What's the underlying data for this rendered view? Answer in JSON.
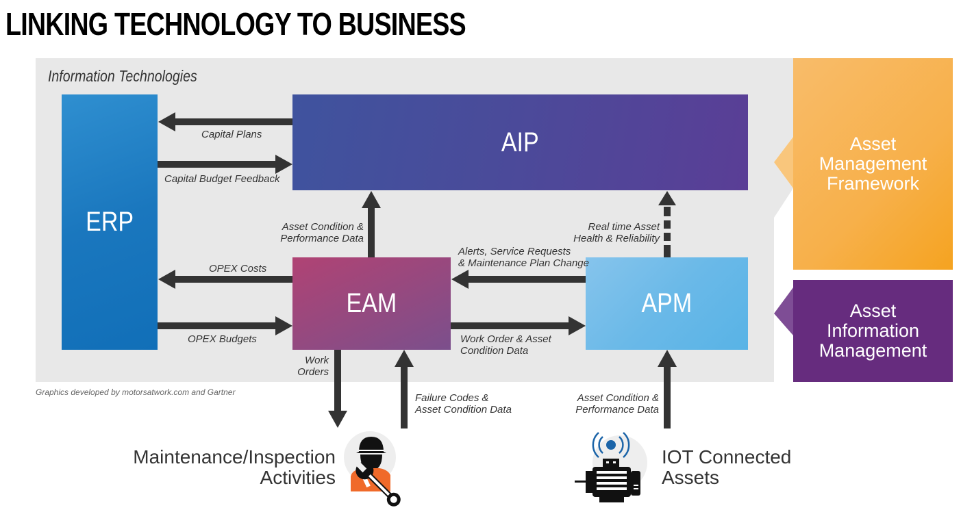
{
  "title": "LINKING TECHNOLOGY TO BUSINESS",
  "panel_label": "Information Technologies",
  "boxes": {
    "erp": "ERP",
    "aip": "AIP",
    "eam": "EAM",
    "apm": "APM",
    "asset_management_framework": [
      "Asset",
      "Management",
      "Framework"
    ],
    "asset_information_management": [
      "Asset",
      "Information",
      "Management"
    ]
  },
  "flows": {
    "capital_plans": "Capital Plans",
    "capital_budget_feedback": "Capital Budget Feedback",
    "opex_costs": "OPEX Costs",
    "opex_budgets": "OPEX Budgets",
    "eam_to_aip": [
      "Asset Condition &",
      "Performance Data"
    ],
    "apm_to_aip": [
      "Real time Asset",
      "Health & Reliability"
    ],
    "apm_to_eam": [
      "Alerts, Service Requests",
      "& Maintenance Plan Change"
    ],
    "eam_to_apm": [
      "Work Order & Asset",
      "Condition Data"
    ],
    "work_orders": [
      "Work",
      "Orders"
    ],
    "failure_codes": [
      "Failure Codes &",
      "Asset Condition Data"
    ],
    "iot_to_apm": [
      "Asset Condition &",
      "Performance Data"
    ]
  },
  "credit": "Graphics developed by motorsatwork.com and Gartner",
  "sources": {
    "maintenance": [
      "Maintenance/Inspection",
      "Activities"
    ],
    "iot": [
      "IOT Connected",
      "Assets"
    ]
  },
  "colors": {
    "erp": "#1a77be",
    "aip": "#4a4b9a",
    "eam": "#96497f",
    "apm": "#6ab9e8",
    "framework": "#f7b04a",
    "info_mgmt": "#662c7e",
    "arrow": "#333333",
    "panel": "#e8e8e8"
  }
}
